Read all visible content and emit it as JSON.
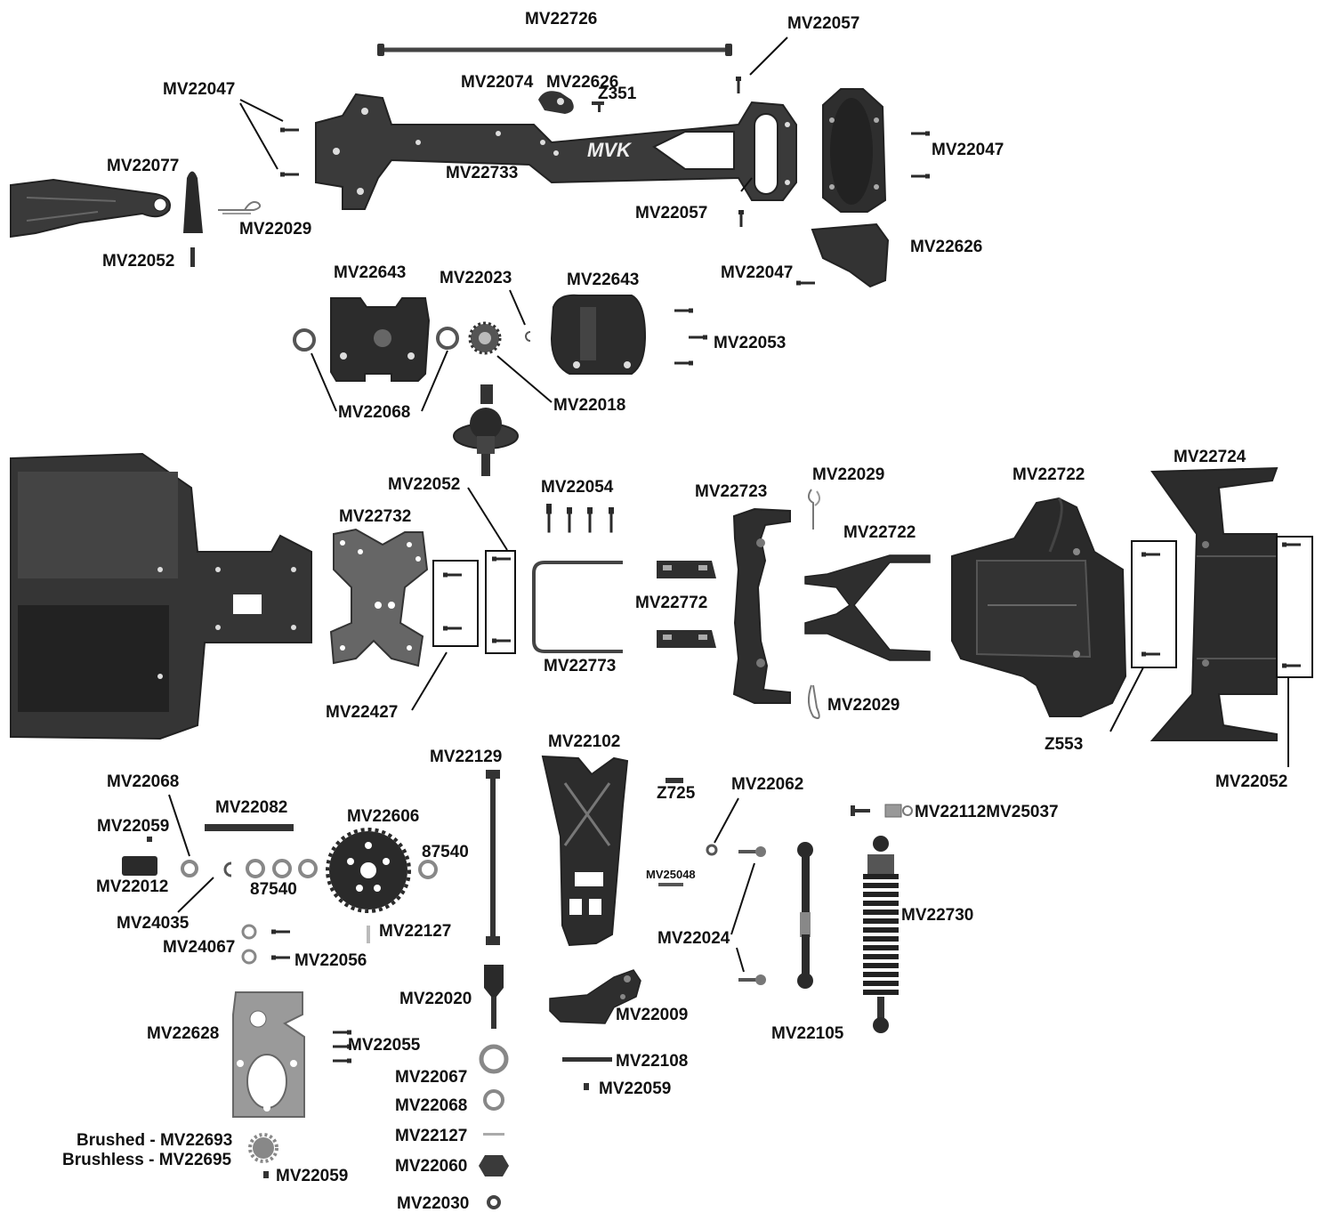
{
  "colors": {
    "part": "#2a2a2a",
    "part_mid": "#555555",
    "part_light": "#9a9a9a",
    "leader": "#111111",
    "label": "#111111",
    "background": "#ffffff"
  },
  "chassis_logo": "MVK",
  "labels": {
    "mv22726": "MV22726",
    "mv22057_top": "MV22057",
    "mv22047_left": "MV22047",
    "mv22074": "MV22074",
    "mv22626_top": "MV22626",
    "z351": "Z351",
    "mv22077": "MV22077",
    "mv22733": "MV22733",
    "mv22047_right": "MV22047",
    "mv22029_top": "MV22029",
    "mv22057_bottom": "MV22057",
    "mv22052_top": "MV22052",
    "mv22626_right": "MV22626",
    "mv22047_lower": "MV22047",
    "mv22643_left": "MV22643",
    "mv22023": "MV22023",
    "mv22643_right": "MV22643",
    "mv22053": "MV22053",
    "mv22068_mid": "MV22068",
    "mv22018": "MV22018",
    "mv22052_mid": "MV22052",
    "mv22054": "MV22054",
    "mv22723": "MV22723",
    "mv22029_mid": "MV22029",
    "mv22722_top": "MV22722",
    "mv22724": "MV22724",
    "mv22732": "MV22732",
    "mv22722_arm": "MV22722",
    "mv22772": "MV22772",
    "mv22773": "MV22773",
    "mv22427": "MV22427",
    "mv22029_low": "MV22029",
    "z553": "Z553",
    "mv22102": "MV22102",
    "mv22129": "MV22129",
    "mv22052_right": "MV22052",
    "mv22068_low": "MV22068",
    "z725": "Z725",
    "mv22062": "MV22062",
    "mv22082": "MV22082",
    "mv22112_mv25037": "MV22112MV25037",
    "mv22059_a": "MV22059",
    "mv22606": "MV22606",
    "mv22012": "MV22012",
    "n87540_a": "87540",
    "n87540_b": "87540",
    "mv25048": "MV25048",
    "mv22730": "MV22730",
    "mv24035": "MV24035",
    "mv22127_a": "MV22127",
    "mv22024": "MV22024",
    "mv24067": "MV24067",
    "mv22056": "MV22056",
    "mv22020": "MV22020",
    "mv22009": "MV22009",
    "mv22628": "MV22628",
    "mv22105": "MV22105",
    "mv22055": "MV22055",
    "mv22108": "MV22108",
    "mv22067": "MV22067",
    "mv22059_b": "MV22059",
    "mv22068_bottom": "MV22068",
    "brushed": "Brushed - MV22693",
    "mv22127_b": "MV22127",
    "brushless": "Brushless - MV22695",
    "mv22060": "MV22060",
    "mv22059_c": "MV22059",
    "mv22030": "MV22030"
  }
}
